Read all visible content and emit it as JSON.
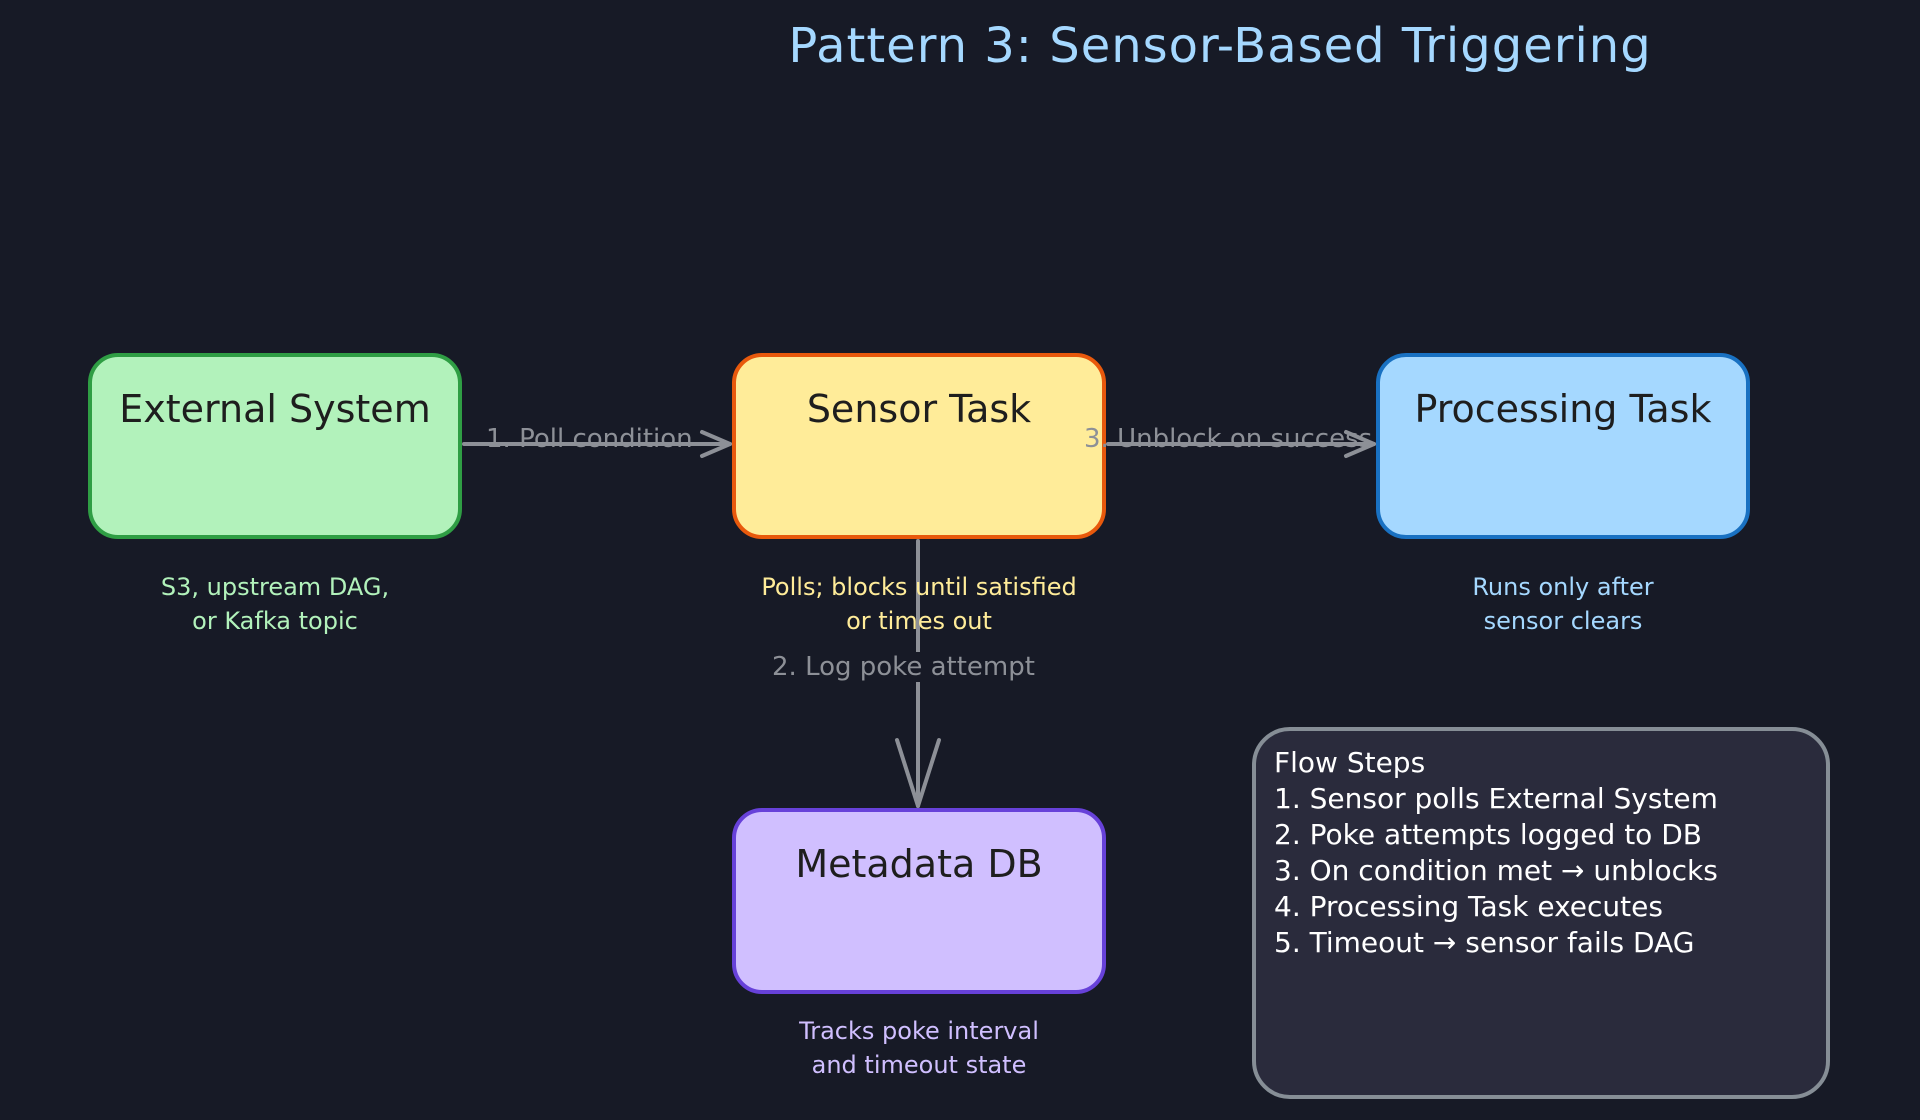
{
  "title": "Pattern 3: Sensor-Based Triggering",
  "nodes": {
    "external": {
      "label": "External System",
      "caption": [
        "S3, upstream DAG,",
        "or Kafka topic"
      ]
    },
    "sensor": {
      "label": "Sensor Task",
      "caption": [
        "Polls; blocks until satisfied",
        "or times out"
      ]
    },
    "processing": {
      "label": "Processing Task",
      "caption": [
        "Runs only after",
        "sensor clears"
      ]
    },
    "metadata": {
      "label": "Metadata DB",
      "caption": [
        "Tracks poke interval",
        "and timeout state"
      ]
    }
  },
  "edges": {
    "poll": "1. Poll condition",
    "log": "2. Log poke attempt",
    "unblock": "3. Unblock on success"
  },
  "flow_steps": {
    "heading": "Flow Steps",
    "items": [
      "1. Sensor polls External System",
      "2. Poke attempts logged to DB",
      "3. On condition met → unblocks",
      "4. Processing Task executes",
      "5. Timeout → sensor fails DAG"
    ]
  },
  "colors": {
    "background": "#171a26",
    "title": "#a5d8ff",
    "arrow": "#8d9097",
    "external_fill": "#b2f2bb",
    "external_stroke": "#2f9e44",
    "sensor_fill": "#ffec99",
    "sensor_stroke": "#e8590c",
    "processing_fill": "#a5d8ff",
    "processing_stroke": "#1971c2",
    "metadata_fill": "#d0bfff",
    "metadata_stroke": "#6741d9",
    "steps_fill": "#2a2b3c",
    "steps_stroke": "#868e96"
  }
}
